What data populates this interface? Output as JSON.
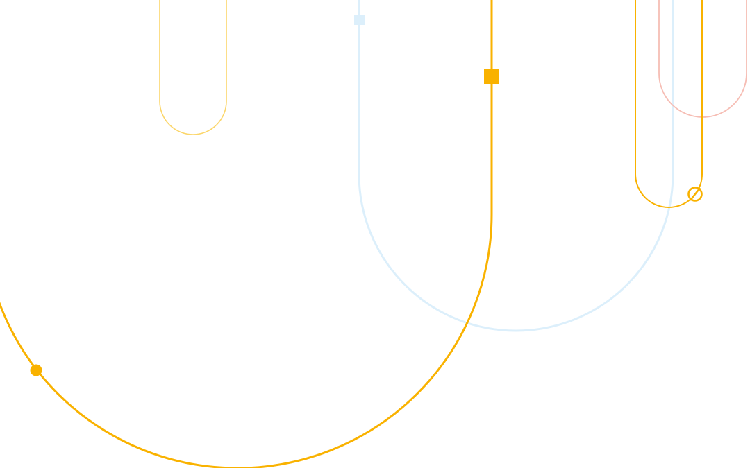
{
  "colors": {
    "background": "#ffffff",
    "amber": "#F9B200",
    "amber_light": "#FBD66A",
    "sky_light": "#DCEFFB",
    "coral_light": "#F6BDB4"
  },
  "shapes": [
    "large-amber-u-arc",
    "light-amber-narrow-u",
    "sky-blue-wide-u",
    "coral-narrow-u",
    "amber-narrow-u",
    "amber-dot-marker",
    "amber-square-marker",
    "sky-square-marker",
    "amber-null-ring-marker"
  ]
}
